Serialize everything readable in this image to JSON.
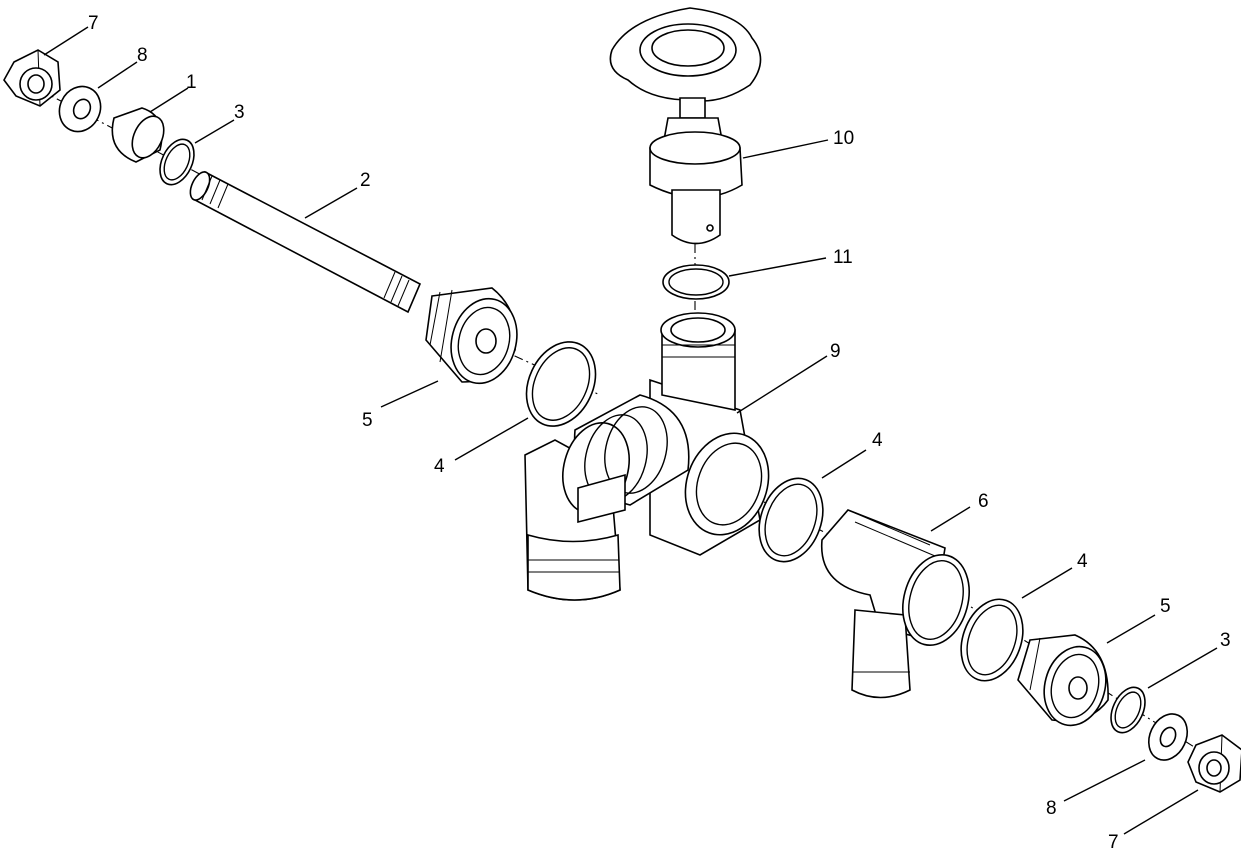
{
  "callouts": {
    "c1": "1",
    "c2": "2",
    "c3a": "3",
    "c3b": "3",
    "c4a": "4",
    "c4b": "4",
    "c4c": "4",
    "c5a": "5",
    "c5b": "5",
    "c6": "6",
    "c7a": "7",
    "c7b": "7",
    "c8a": "8",
    "c8b": "8",
    "c9": "9",
    "c10": "10",
    "c11": "11"
  }
}
